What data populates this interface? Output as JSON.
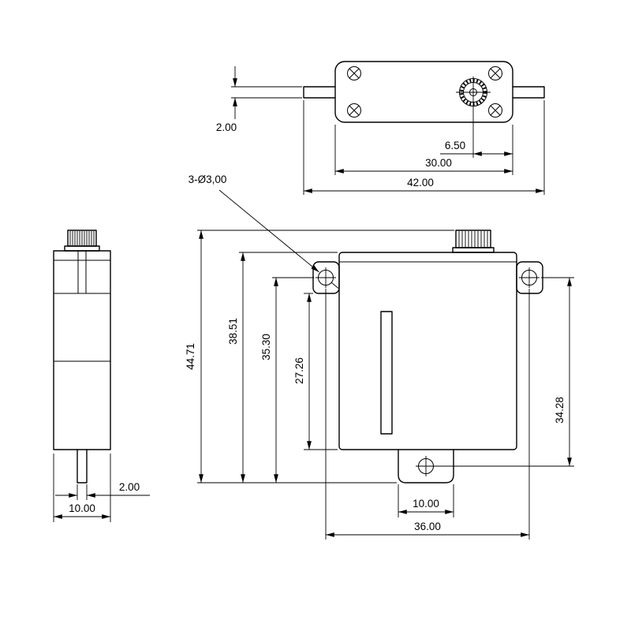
{
  "colors": {
    "ink": "#000000",
    "paper": "#ffffff"
  },
  "top_view": {
    "dim_wing_thickness": "2.00",
    "dim_shaft_to_edge": "6.50",
    "dim_body_length": "30.00",
    "dim_overall_length": "42.00"
  },
  "front_view": {
    "hole_callout": "3-Ø3,00",
    "dim_overall_height": "44.71",
    "dim_case_height": "38.51",
    "dim_hole_to_bottom": "35.30",
    "dim_body_lower_height": "27.26",
    "dim_side_hole_span": "34.28",
    "dim_bottom_tab_width": "10.00",
    "dim_mount_hole_span": "36.00"
  },
  "side_view": {
    "dim_tab_thickness": "2.00",
    "dim_body_width": "10.00"
  }
}
